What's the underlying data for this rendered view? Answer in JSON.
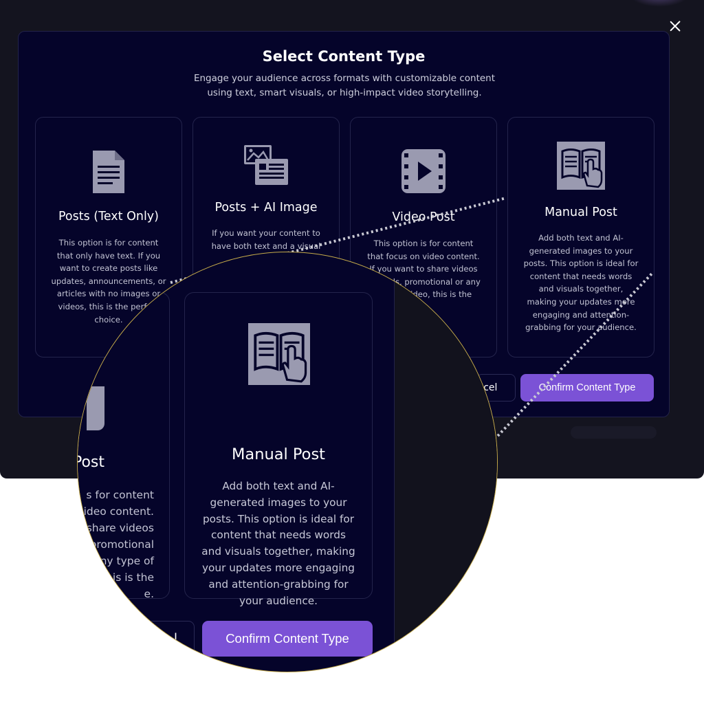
{
  "modal": {
    "title": "Select Content Type",
    "subtitle": "Engage your audience across formats with customizable content using text, smart visuals, or high-impact video storytelling."
  },
  "cards": [
    {
      "title": "Posts (Text Only)",
      "icon": "document-icon",
      "description": "This option is for content that only have text. If you want to create posts like updates, announcements, or articles with no images or videos, this is the perfect choice."
    },
    {
      "title": "Posts + AI Image",
      "icon": "image-text-icon",
      "description": "If you want your content to have both text and a visual element"
    },
    {
      "title": "Video Post",
      "icon": "video-icon",
      "description": "This option is for content that focus on video content. If you want to share videos tutorials, promotional or any type of video, this is the"
    },
    {
      "title": "Manual Post",
      "icon": "book-hand-icon",
      "description": "Add both text and AI-generated images to your posts. This option is ideal for content that needs words and visuals together, making your updates more engaging and attention-grabbing for your audience."
    }
  ],
  "buttons": {
    "cancel": "Cancel",
    "confirm": "Confirm Content Type"
  },
  "magnifier": {
    "left_title": "Post",
    "left_lines": [
      "s for content",
      "video content.",
      "share videos",
      "promotional",
      "ny type of",
      "this is the",
      "e."
    ],
    "cancel_partial": "l"
  },
  "colors": {
    "accent": "#7b52d6",
    "modal_bg": "#05042a",
    "backdrop": "#14141f",
    "icon": "#9a9ab0",
    "magnifier_ring": "#c8ad4a"
  }
}
